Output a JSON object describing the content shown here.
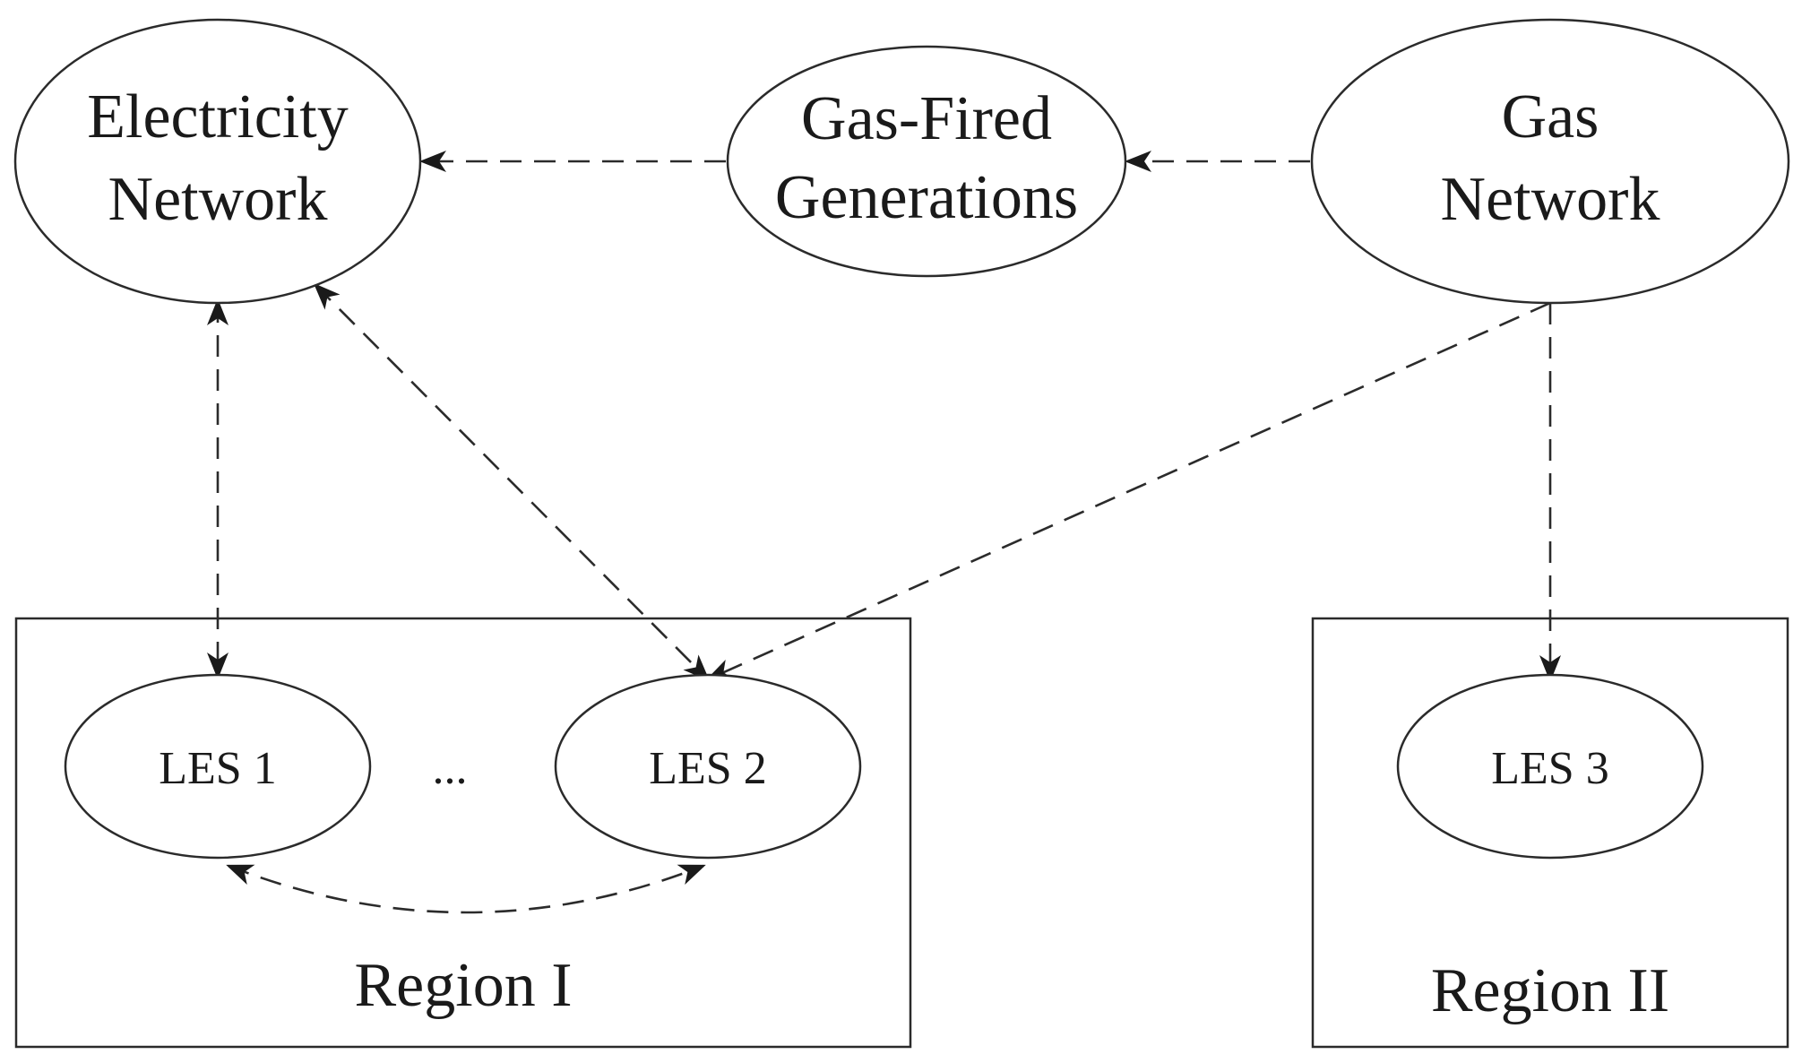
{
  "nodes": {
    "electricity": {
      "line1": "Electricity",
      "line2": "Network"
    },
    "gas_fired": {
      "line1": "Gas-Fired",
      "line2": "Generations"
    },
    "gas": {
      "line1": "Gas",
      "line2": "Network"
    },
    "les1": {
      "label": "LES 1"
    },
    "les2": {
      "label": "LES 2"
    },
    "les3": {
      "label": "LES 3"
    },
    "ellipsis": {
      "label": "..."
    }
  },
  "regions": {
    "region1": {
      "label": "Region I"
    },
    "region2": {
      "label": "Region II"
    }
  },
  "edges": [
    {
      "from": "gas",
      "to": "gas_fired",
      "style": "dashed",
      "direction": "forward"
    },
    {
      "from": "gas_fired",
      "to": "electricity",
      "style": "dashed",
      "direction": "forward"
    },
    {
      "from": "electricity",
      "to": "les1",
      "style": "dashed",
      "direction": "both"
    },
    {
      "from": "electricity",
      "to": "les2",
      "style": "dashed",
      "direction": "both"
    },
    {
      "from": "gas",
      "to": "les2",
      "style": "dashed",
      "direction": "forward"
    },
    {
      "from": "gas",
      "to": "les3",
      "style": "dashed",
      "direction": "forward"
    },
    {
      "from": "les1",
      "to": "les2",
      "style": "dashed",
      "direction": "both"
    }
  ]
}
